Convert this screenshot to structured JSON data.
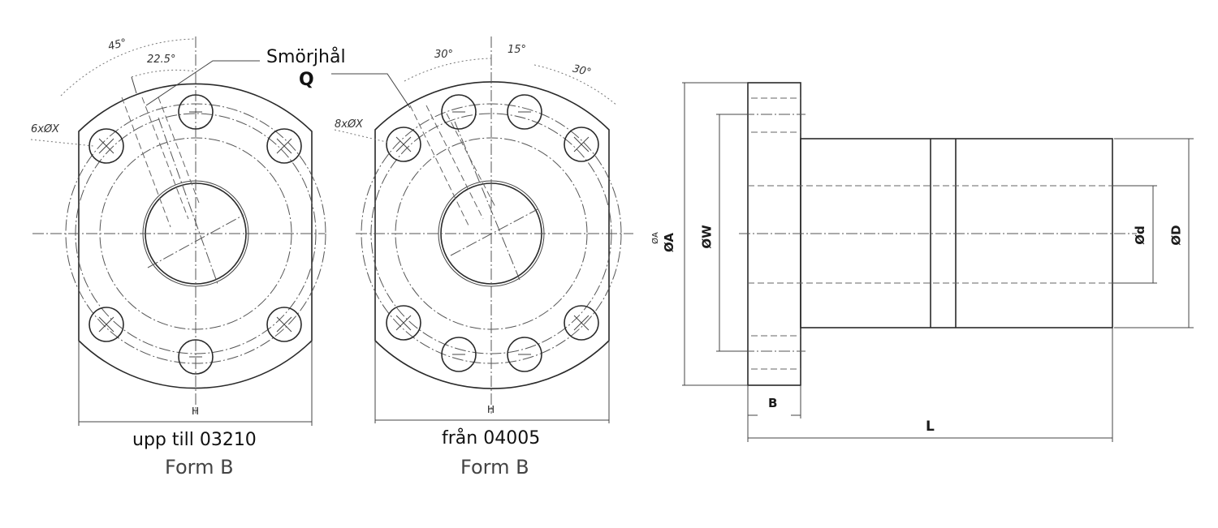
{
  "callout": {
    "line1": "Smörjhål",
    "line2": "Q"
  },
  "view_left": {
    "angle_outer": "45°",
    "angle_inner": "22.5°",
    "holes": "6xØX",
    "width_label": "H",
    "caption": "upp till 03210",
    "form": "Form B"
  },
  "view_middle": {
    "angle_left": "30°",
    "angle_center": "15°",
    "angle_right": "30°",
    "holes": "8xØX",
    "width_label": "H",
    "caption": "från 04005",
    "form": "Form B"
  },
  "view_side": {
    "dim_A_small": "ØA",
    "dim_A": "ØA",
    "dim_W": "ØW",
    "dim_d": "Ød",
    "dim_D": "ØD",
    "dim_B": "B",
    "dim_L": "L"
  }
}
